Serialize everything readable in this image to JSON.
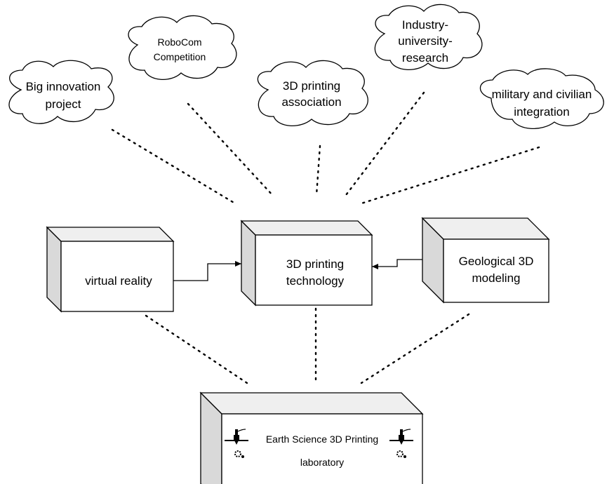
{
  "clouds": {
    "big_innovation": [
      "Big innovation",
      "project"
    ],
    "robocom": [
      "RoboCom",
      "Competition"
    ],
    "printing_association": [
      "3D printing",
      "association"
    ],
    "industry": [
      "Industry-",
      "university-",
      "research"
    ],
    "military": [
      "military and civilian",
      "integration"
    ]
  },
  "boxes": {
    "virtual_reality": [
      "virtual reality"
    ],
    "printing_technology": [
      "3D printing",
      "technology"
    ],
    "geological": [
      "Geological 3D",
      "modeling"
    ],
    "laboratory": [
      "Earth Science 3D Printing",
      "laboratory"
    ]
  },
  "icons": [
    "3d-printer-icon",
    "3d-printer-icon"
  ]
}
